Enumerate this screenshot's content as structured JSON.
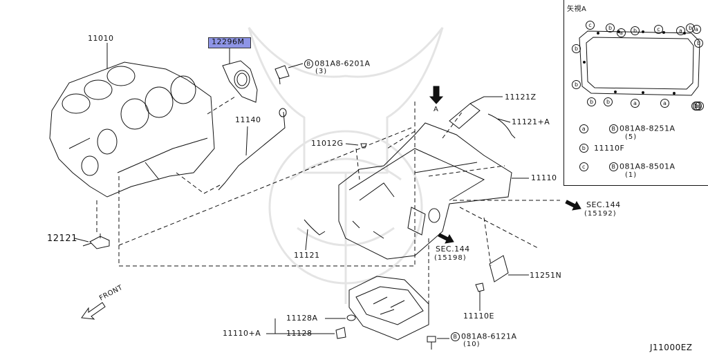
{
  "parts": {
    "p11010": "11010",
    "p12296m": "12296M",
    "p081a8_6201a": "081A8-6201A",
    "p081a8_6201a_qty": "(3)",
    "p11140": "11140",
    "p12121": "12121",
    "front": "FRONT",
    "arrow_a": "A",
    "p11121z": "11121Z",
    "p11121a": "11121+A",
    "p11012g": "11012G",
    "p11110": "11110",
    "sec144a": "SEC.144",
    "sec144a_ref": "(15192)",
    "sec144b": "SEC.144",
    "sec144b_ref": "(15198)",
    "p11121": "11121",
    "p11251n": "11251N",
    "p11110e": "11110E",
    "p11128a": "11128A",
    "p11110a": "11110+A",
    "p11128": "11128",
    "p081a8_6121a": "081A8-6121A",
    "p081a8_6121a_qty": "(10)",
    "diagram_code": "J11000EZ"
  },
  "inset": {
    "title": "矢視A",
    "legend": [
      {
        "marker": "a",
        "part": "081A8-8251A",
        "qty": "(5)",
        "bolt": true
      },
      {
        "marker": "b",
        "part": "11110F",
        "qty": "",
        "bolt": false
      },
      {
        "marker": "c",
        "part": "081A8-8501A",
        "qty": "(1)",
        "bolt": true
      }
    ],
    "top_markers": [
      "c",
      "b",
      "a",
      "b",
      "c",
      "a",
      "b",
      "a",
      "b"
    ],
    "bottom_markers": [
      "b",
      "b",
      "a",
      "a",
      "b",
      "a",
      "b"
    ],
    "left_markers": [
      "b",
      "b"
    ]
  },
  "bolt_symbol": "B"
}
